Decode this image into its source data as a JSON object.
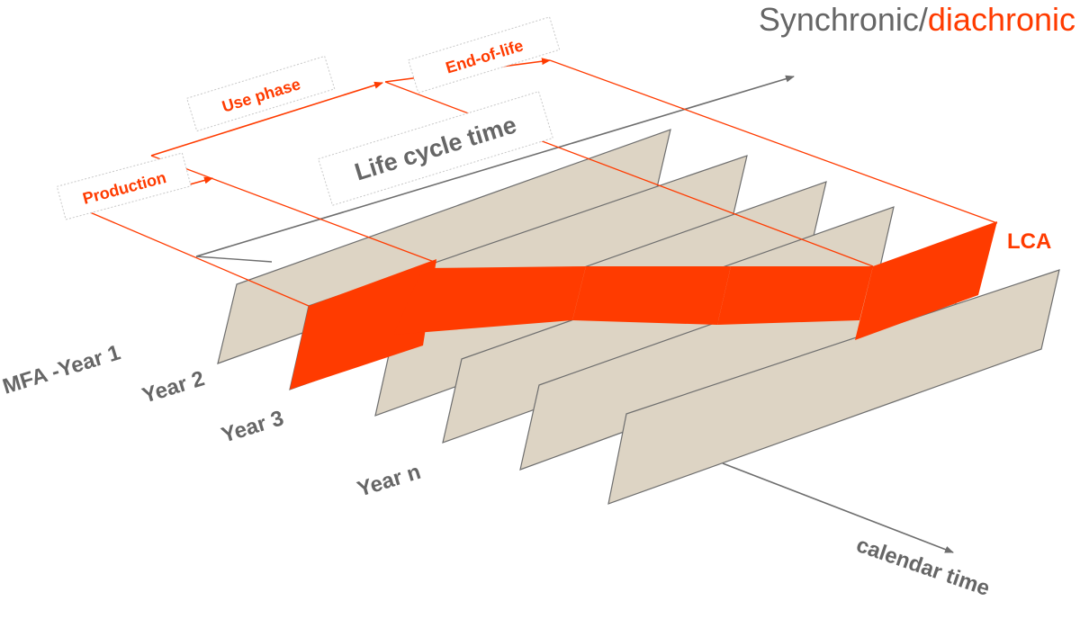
{
  "title": {
    "part1": "Synchronic/",
    "part2": "diachronic"
  },
  "labels": {
    "production": "Production",
    "use_phase": "Use phase",
    "end_of_life": "End-of-life",
    "life_cycle_time": "Life cycle time",
    "lca": "LCA",
    "calendar_time": "calendar time"
  },
  "year_labels": [
    "MFA -Year 1",
    "Year 2",
    "Year 3",
    "Year n"
  ],
  "colors": {
    "accent": "#ff3b00",
    "plane_fill": "#ddd4c4",
    "plane_stroke": "#6e6e6e",
    "text_gray": "#666666",
    "arrow_gray": "#6e6e6e"
  }
}
